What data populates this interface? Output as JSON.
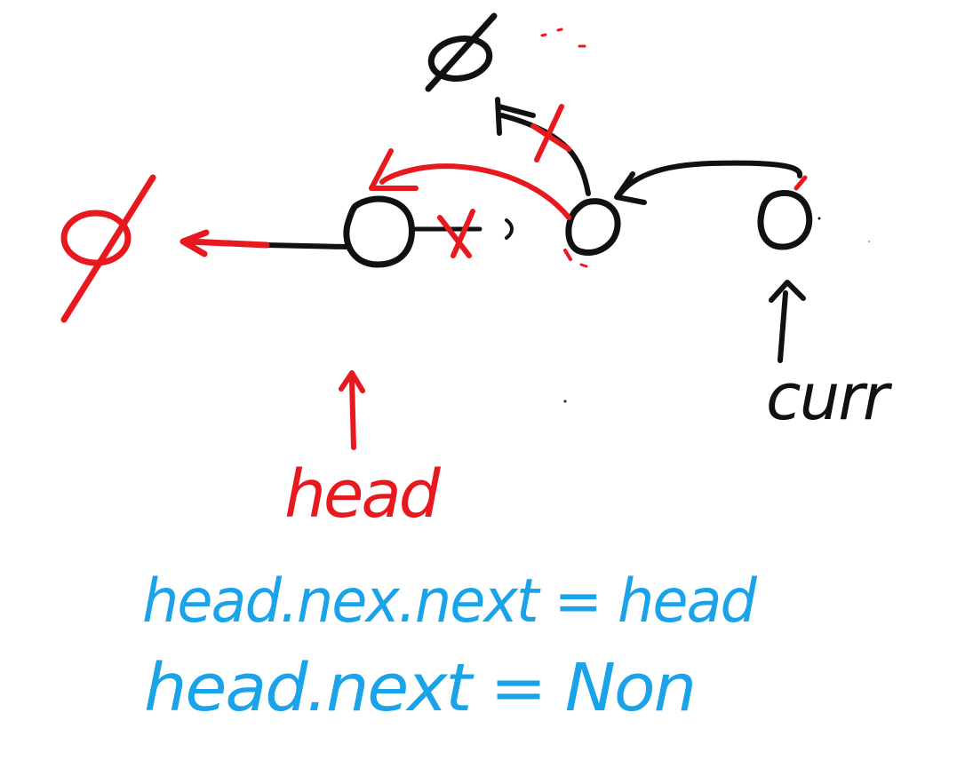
{
  "colors": {
    "red": "#e8181f",
    "black": "#111111",
    "blue": "#1aa3e8",
    "background": "#ffffff"
  },
  "labels": {
    "null_top": "Ø",
    "null_left": "Ø",
    "head_pointer": "head",
    "curr_pointer": "curr"
  },
  "code_lines": {
    "line1": "head.nex.next = head",
    "line2": "head.next = Non"
  }
}
